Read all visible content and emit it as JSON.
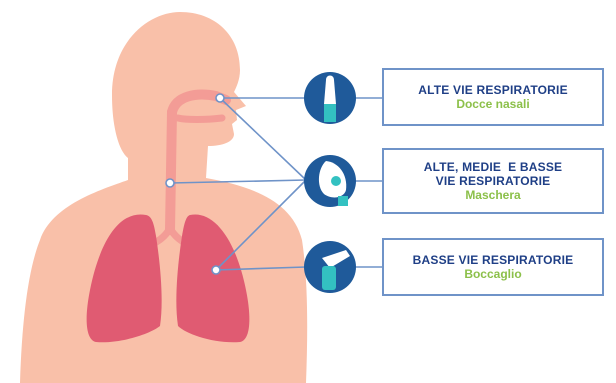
{
  "devices": [
    {
      "title_lines": [
        "ALTE VIE RESPIRATORIE"
      ],
      "subtitle": "Docce nasali",
      "icon": "nasal-douche-icon"
    },
    {
      "title_lines": [
        "ALTE, MEDIE  E BASSE",
        "VIE RESPIRATORIE"
      ],
      "subtitle": "Maschera",
      "icon": "mask-icon"
    },
    {
      "title_lines": [
        "BASSE VIE RESPIRATORIE"
      ],
      "subtitle": "Boccaglio",
      "icon": "mouthpiece-icon"
    }
  ],
  "colors": {
    "skin": "#f9c0a9",
    "airway": "#f39c96",
    "lung": "#e05b72",
    "circle": "#1f5a9a",
    "line": "#6f93c8",
    "title": "#1f3f86",
    "subtitle": "#8cc04a",
    "device_teal": "#33c1c1"
  }
}
